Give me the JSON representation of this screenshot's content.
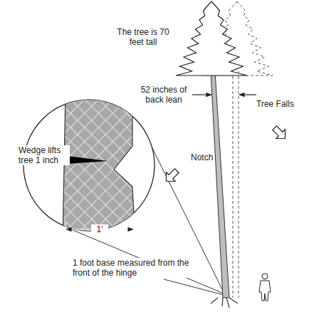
{
  "diagram": {
    "labels": [
      "The tree is 70 feet tall",
      "52 inches of back lean",
      "Tree Falls",
      "Notch",
      "Wedge lifts tree 1 inch",
      "1'",
      "1 foot base measured from the front of the hinge"
    ]
  }
}
